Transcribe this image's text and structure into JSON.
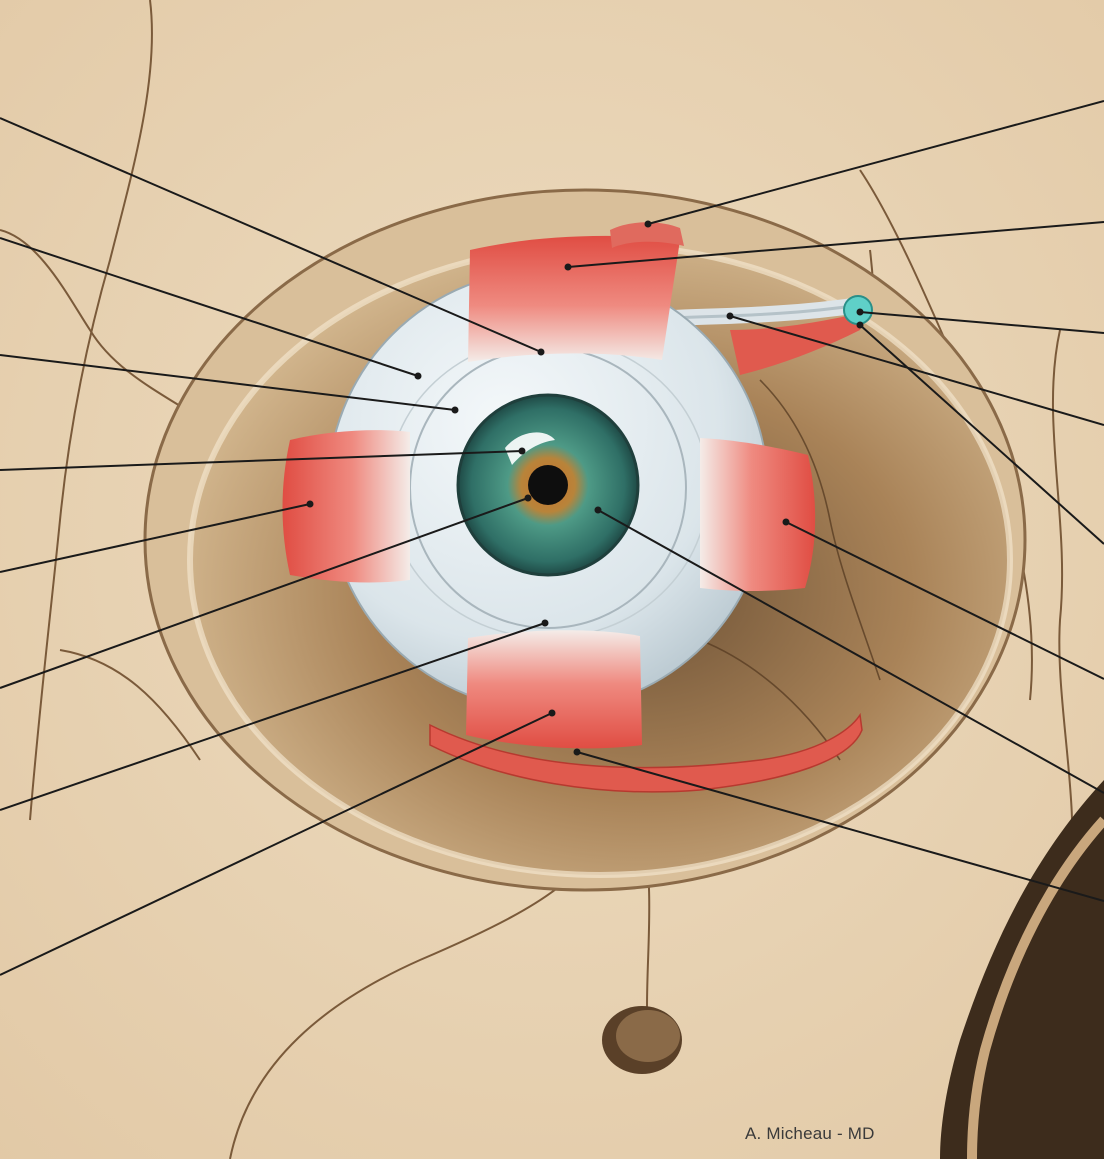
{
  "figure": {
    "credit": "A. Micheau - MD",
    "labels": [
      {
        "id": "l1",
        "side": "left",
        "name": "leader-line-l1",
        "target": "sclera-top"
      },
      {
        "id": "l2",
        "side": "left",
        "name": "leader-line-l2",
        "target": "sclera"
      },
      {
        "id": "l3",
        "side": "left",
        "name": "leader-line-l3",
        "target": "limbus"
      },
      {
        "id": "l4",
        "side": "left",
        "name": "leader-line-l4",
        "target": "cornea"
      },
      {
        "id": "l5",
        "side": "left",
        "name": "leader-line-l5",
        "target": "medial-rectus-muscle"
      },
      {
        "id": "l6",
        "side": "left",
        "name": "leader-line-l6",
        "target": "pupil"
      },
      {
        "id": "l7",
        "side": "left",
        "name": "leader-line-l7",
        "target": "sclera-bottom"
      },
      {
        "id": "l8",
        "side": "left",
        "name": "leader-line-l8",
        "target": "inferior-rectus-muscle"
      },
      {
        "id": "r1",
        "side": "right",
        "name": "leader-line-r1",
        "target": "levator-tendon"
      },
      {
        "id": "r2",
        "side": "right",
        "name": "leader-line-r2",
        "target": "superior-rectus-muscle"
      },
      {
        "id": "r3",
        "side": "right",
        "name": "leader-line-r3",
        "target": "trochlea"
      },
      {
        "id": "r4",
        "side": "right",
        "name": "leader-line-r4",
        "target": "superior-oblique-tendon"
      },
      {
        "id": "r5",
        "side": "right",
        "name": "leader-line-r5",
        "target": "lateral-rectus-muscle"
      },
      {
        "id": "r6",
        "side": "right",
        "name": "leader-line-r6",
        "target": "iris"
      },
      {
        "id": "r7",
        "side": "right",
        "name": "leader-line-r7",
        "target": "inferior-oblique-muscle"
      }
    ],
    "colors": {
      "bone": "#e8d4b6",
      "orbit_shadow": "#b8926a",
      "muscle": "#e05a4e",
      "sclera": "#dfe8ec",
      "iris": "#3f8a7e",
      "trochlea": "#5fd0c8",
      "leader_line": "#1a1a1a"
    }
  }
}
